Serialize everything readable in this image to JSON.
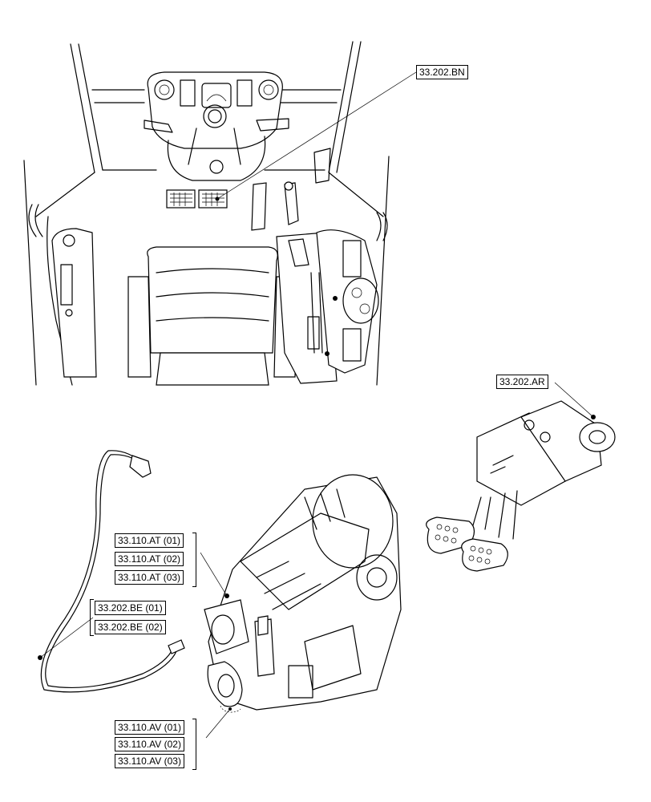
{
  "callouts": {
    "cab_control": "33.202.BN",
    "pedal_assembly": "33.202.AR",
    "transmission_top": [
      "33.110.AT (01)",
      "33.110.AT (02)",
      "33.110.AT (03)"
    ],
    "harness": [
      "33.202.BE (01)",
      "33.202.BE (02)"
    ],
    "transmission_bottom": [
      "33.110.AV (01)",
      "33.110.AV (02)",
      "33.110.AV (03)"
    ]
  }
}
